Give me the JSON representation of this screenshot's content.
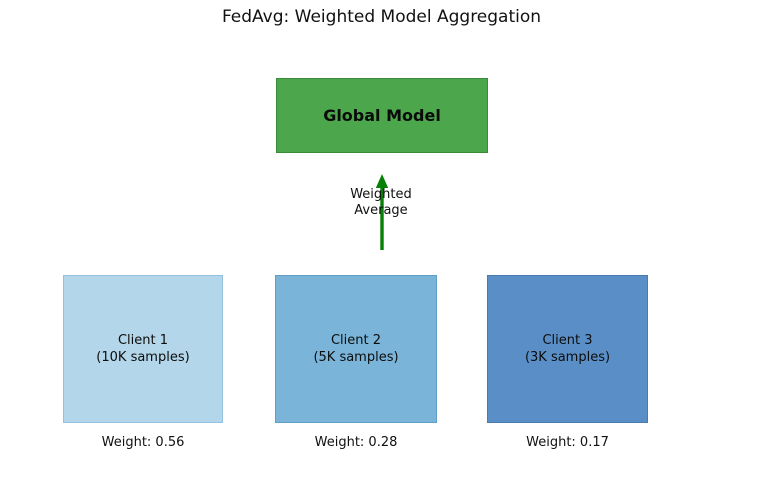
{
  "title": "FedAvg: Weighted Model Aggregation",
  "global_model": {
    "label": "Global Model",
    "fill": "#4ca64c",
    "border": "#3a8a3a"
  },
  "arrow": {
    "label_line1": "Weighted",
    "label_line2": "Average",
    "color": "#068006"
  },
  "clients": [
    {
      "name": "Client 1",
      "samples": "(10K samples)",
      "weight_label": "Weight: 0.56",
      "fill": "#b3d6ea",
      "border": "#93c0dc"
    },
    {
      "name": "Client 2",
      "samples": "(5K samples)",
      "weight_label": "Weight: 0.28",
      "fill": "#7ab4d8",
      "border": "#609fc8"
    },
    {
      "name": "Client 3",
      "samples": "(3K samples)",
      "weight_label": "Weight: 0.17",
      "fill": "#5a8ec6",
      "border": "#477bb2"
    }
  ]
}
